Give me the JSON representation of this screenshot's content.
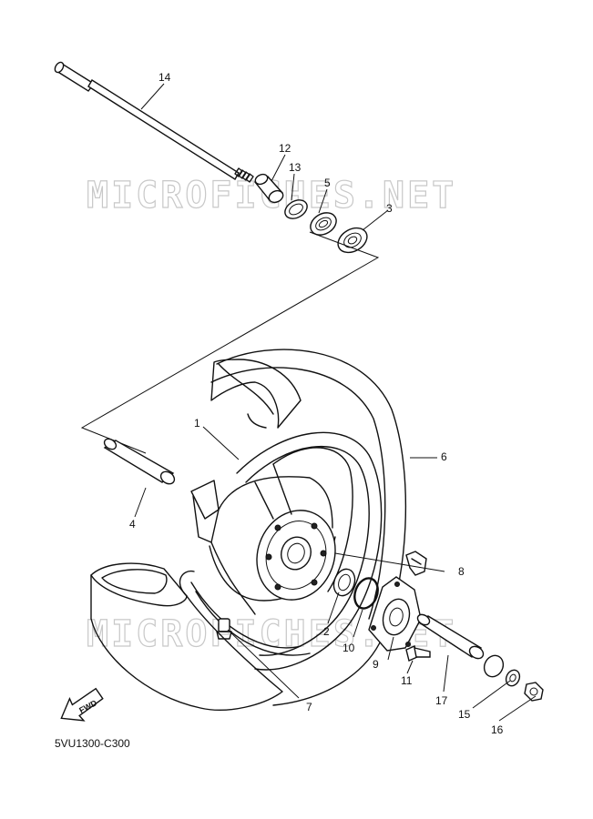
{
  "watermark": "MICROFICHES.NET",
  "diagram_code": "5VU1300-C300",
  "fwd_label": "FWD",
  "callouts": {
    "c1": "1",
    "c2": "2",
    "c3": "3",
    "c4": "4",
    "c5": "5",
    "c6": "6",
    "c7": "7",
    "c8": "8",
    "c9": "9",
    "c10": "10",
    "c11": "11",
    "c12": "12",
    "c13": "13",
    "c14": "14",
    "c15": "15",
    "c16": "16",
    "c17": "17"
  }
}
